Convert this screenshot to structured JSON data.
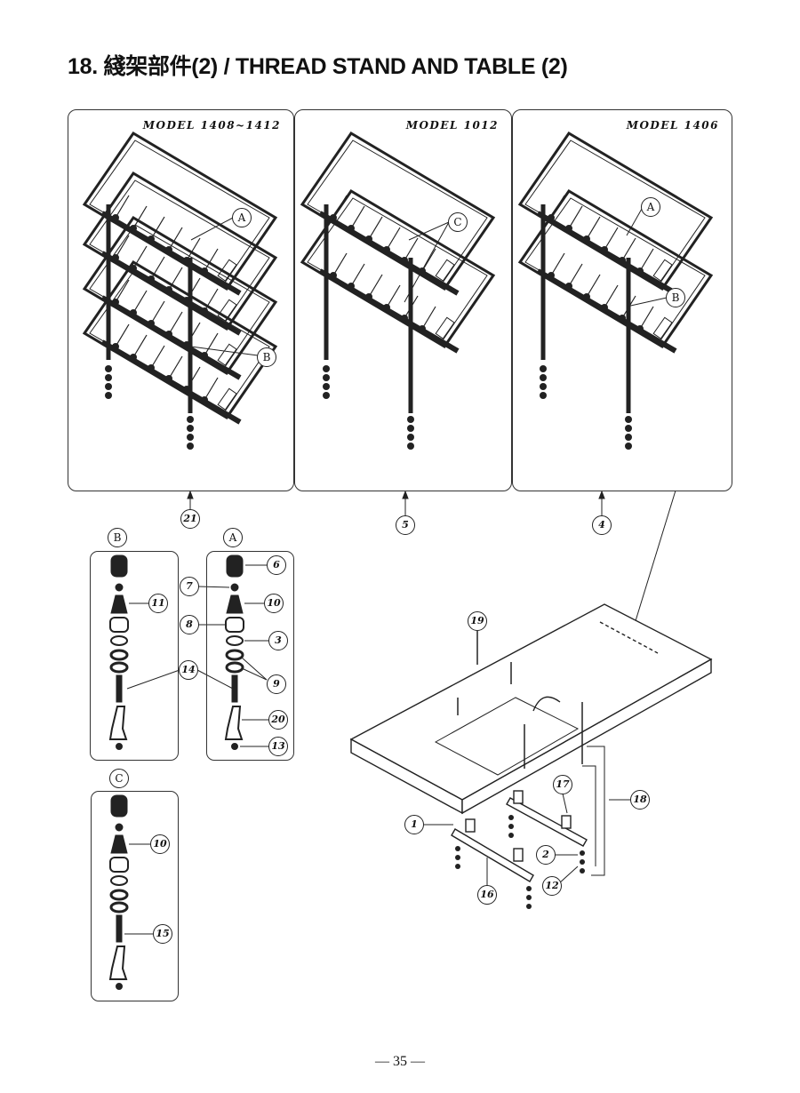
{
  "page": {
    "title": "18. 綫架部件(2) / THREAD STAND AND TABLE (2)",
    "page_number": "— 35 —"
  },
  "panels": [
    {
      "model": "MODEL 1408~1412",
      "part": "21"
    },
    {
      "model": "MODEL 1012",
      "part": "5"
    },
    {
      "model": "MODEL 1406",
      "part": "4"
    }
  ],
  "detail_labels": {
    "A": "A",
    "B": "B",
    "C": "C"
  },
  "parts": {
    "p1": "1",
    "p2": "2",
    "p3": "3",
    "p6": "6",
    "p7": "7",
    "p8": "8",
    "p9": "9",
    "p10": "10",
    "p11": "11",
    "p12": "12",
    "p13": "13",
    "p14": "14",
    "p15": "15",
    "p16": "16",
    "p17": "17",
    "p18": "18",
    "p19": "19",
    "p20": "20"
  }
}
